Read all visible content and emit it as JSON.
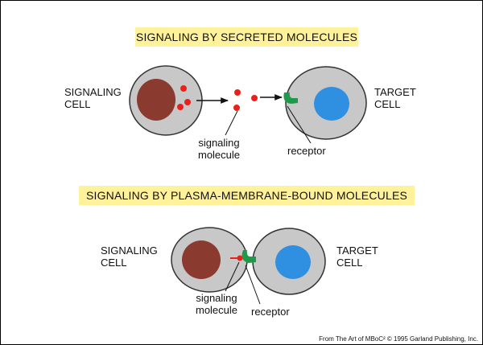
{
  "panel_top": {
    "banner": "SIGNALING BY SECRETED MOLECULES",
    "signaling_cell_line1": "SIGNALING",
    "signaling_cell_line2": "CELL",
    "target_cell_line1": "TARGET",
    "target_cell_line2": "CELL",
    "molecule_line1": "signaling",
    "molecule_line2": "molecule",
    "receptor": "receptor"
  },
  "panel_bottom": {
    "banner": "SIGNALING BY PLASMA-MEMBRANE-BOUND MOLECULES",
    "signaling_cell_line1": "SIGNALING",
    "signaling_cell_line2": "CELL",
    "target_cell_line1": "TARGET",
    "target_cell_line2": "CELL",
    "molecule_line1": "signaling",
    "molecule_line2": "molecule",
    "receptor": "receptor"
  },
  "credit": "From The Art of MBoC² © 1995 Garland Publishing, Inc.",
  "colors": {
    "cell_fill": "#c8c8c8",
    "cell_outline": "#333333",
    "signaling_nucleus": "#8b3a30",
    "target_nucleus": "#2f8fe0",
    "molecule": "#e8221a",
    "receptor": "#1f9a4a",
    "banner": "#fff29a"
  }
}
